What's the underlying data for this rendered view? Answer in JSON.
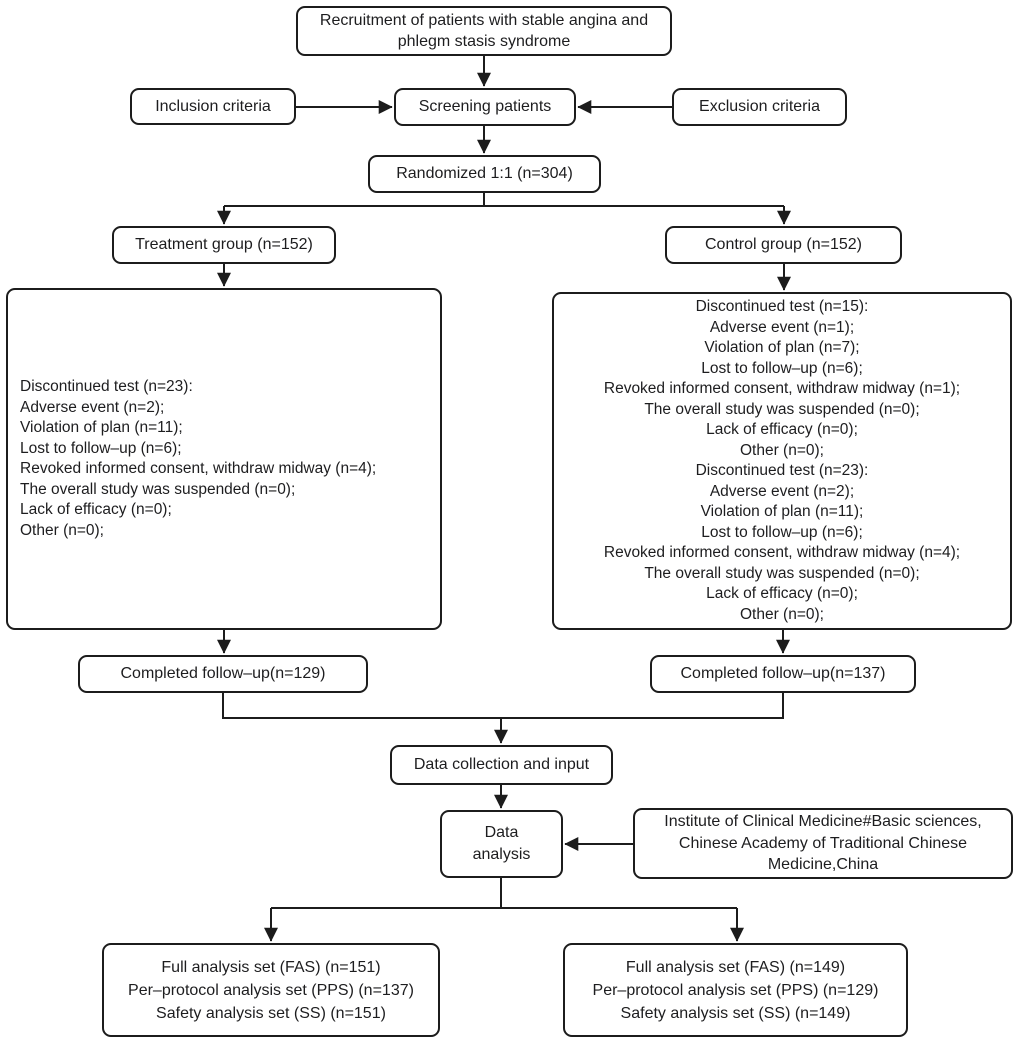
{
  "colors": {
    "line": "#1c1c1c",
    "box_border": "#1c1c1c",
    "background": "#ffffff",
    "text": "#1d1d1f"
  },
  "boxes": {
    "recruitment": {
      "label": "Recruitment of patients with stable angina and phlegm stasis syndrome"
    },
    "inclusion": {
      "label": "Inclusion criteria"
    },
    "screening": {
      "label": "Screening patients"
    },
    "exclusion": {
      "label": "Exclusion criteria"
    },
    "randomized": {
      "label": "Randomized 1:1 (n=304)"
    },
    "treatment_group": {
      "label": "Treatment group (n=152)"
    },
    "control_group": {
      "label": "Control group (n=152)"
    },
    "treatment_discontinued": {
      "lines": [
        "Discontinued test (n=23):",
        "Adverse event (n=2);",
        "Violation of plan (n=11);",
        "Lost to follow–up (n=6);",
        "Revoked informed consent, withdraw midway (n=4);",
        "The overall study was suspended (n=0);",
        "Lack of efficacy (n=0);",
        "Other (n=0);"
      ]
    },
    "control_discontinued": {
      "lines": [
        "Discontinued test (n=15):",
        "Adverse event (n=1);",
        "Violation of plan (n=7);",
        "Lost to follow–up (n=6);",
        "Revoked informed consent, withdraw midway (n=1);",
        "The overall study was suspended (n=0);",
        "Lack of efficacy (n=0);",
        "Other (n=0);",
        "Discontinued test (n=23):",
        "Adverse event (n=2);",
        "Violation of plan (n=11);",
        "Lost to follow–up (n=6);",
        "Revoked informed consent, withdraw midway (n=4);",
        "The overall study was suspended (n=0);",
        "Lack of efficacy (n=0);",
        "Other (n=0);"
      ]
    },
    "completed_treatment": {
      "label": "Completed follow–up(n=129)"
    },
    "completed_control": {
      "label": "Completed follow–up(n=137)"
    },
    "data_collection": {
      "label": "Data collection and input"
    },
    "data_analysis": {
      "lines": [
        "Data",
        "analysis"
      ]
    },
    "institute": {
      "lines": [
        "Institute of Clinical Medicine#Basic sciences,",
        "Chinese Academy of Traditional Chinese",
        "Medicine,China"
      ]
    },
    "treatment_analysis_sets": {
      "lines": [
        "Full analysis set (FAS) (n=151)",
        "Per–protocol analysis set (PPS) (n=137)",
        "Safety analysis set (SS) (n=151)"
      ]
    },
    "control_analysis_sets": {
      "lines": [
        "Full analysis set (FAS) (n=149)",
        "Per–protocol analysis set (PPS) (n=129)",
        "Safety analysis set (SS) (n=149)"
      ]
    }
  }
}
